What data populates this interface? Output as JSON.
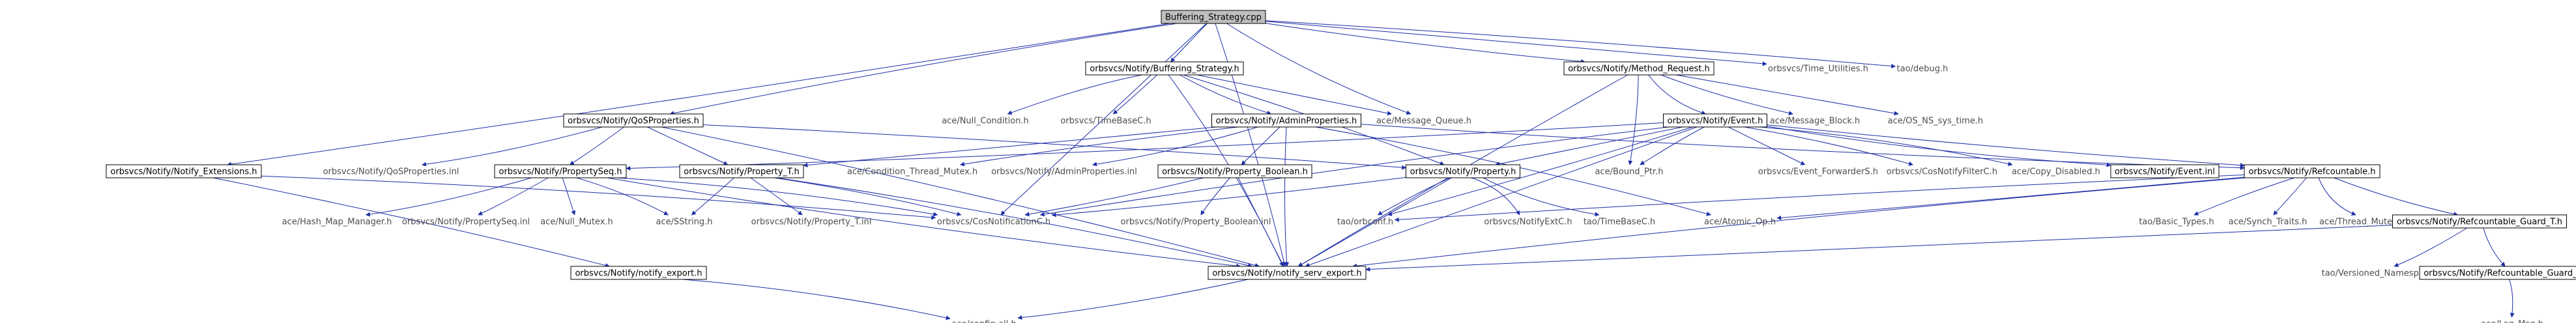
{
  "graph": {
    "root": "Buffering_Strategy.cpp",
    "nodes": {
      "buffering_strategy_cpp": "Buffering_Strategy.cpp",
      "buffering_strategy_h": "orbsvcs/Notify/Buffering_Strategy.h",
      "method_request_h": "orbsvcs/Notify/Method_Request.h",
      "time_utilities_h": "orbsvcs/Time_Utilities.h",
      "tao_debug_h": "tao/debug.h",
      "qosproperties_h": "orbsvcs/Notify/QoSProperties.h",
      "null_condition_h": "ace/Null_Condition.h",
      "timebasec_h": "orbsvcs/TimeBaseC.h",
      "adminproperties_h": "orbsvcs/Notify/AdminProperties.h",
      "message_queue_h": "ace/Message_Queue.h",
      "event_h": "orbsvcs/Notify/Event.h",
      "message_block_h": "ace/Message_Block.h",
      "os_ns_sys_time_h": "ace/OS_NS_sys_time.h",
      "notify_extensions_h": "orbsvcs/Notify/Notify_Extensions.h",
      "qosproperties_inl": "orbsvcs/Notify/QoSProperties.inl",
      "propertyseq_h": "orbsvcs/Notify/PropertySeq.h",
      "property_t_h": "orbsvcs/Notify/Property_T.h",
      "condition_thread_mutex_h": "ace/Condition_Thread_Mutex.h",
      "adminproperties_inl": "orbsvcs/Notify/AdminProperties.inl",
      "property_boolean_h": "orbsvcs/Notify/Property_Boolean.h",
      "property_h": "orbsvcs/Notify/Property.h",
      "bound_ptr_h": "ace/Bound_Ptr.h",
      "event_forwarders_h": "orbsvcs/Event_ForwarderS.h",
      "cosnotifyfilterc_h": "orbsvcs/CosNotifyFilterC.h",
      "copy_disabled_h": "ace/Copy_Disabled.h",
      "event_inl": "orbsvcs/Notify/Event.inl",
      "refcountable_h": "orbsvcs/Notify/Refcountable.h",
      "hash_map_manager_h": "ace/Hash_Map_Manager.h",
      "propertyseq_inl": "orbsvcs/Notify/PropertySeq.inl",
      "null_mutex_h": "ace/Null_Mutex.h",
      "sstring_h": "ace/SString.h",
      "property_t_inl": "orbsvcs/Notify/Property_T.inl",
      "cosnotificationc_h": "orbsvcs/CosNotificationC.h",
      "property_boolean_inl": "orbsvcs/Notify/Property_Boolean.inl",
      "tao_orbconf_h": "tao/orbconf.h",
      "notifyextc_h": "orbsvcs/NotifyExtC.h",
      "tao_timebasec_h": "tao/TimeBaseC.h",
      "atomic_op_h": "ace/Atomic_Op.h",
      "basic_types_h": "tao/Basic_Types.h",
      "synch_traits_h": "ace/Synch_Traits.h",
      "thread_mutex_h": "ace/Thread_Mutex.h",
      "refcountable_guard_t_h": "orbsvcs/Notify/Refcountable_Guard_T.h",
      "notify_export_h": "orbsvcs/Notify/notify_export.h",
      "notify_serv_export_h": "orbsvcs/Notify/notify_serv_export.h",
      "versioned_namespace_h": "tao/Versioned_Namespace.h",
      "refcountable_guard_t_inl": "orbsvcs/Notify/Refcountable_Guard_T.inl",
      "config_all_h": "ace/config-all.h",
      "log_msg_h": "ace/Log_Msg.h"
    },
    "colors": {
      "edge": "#1e2fa6",
      "root_fill": "#bfbfbf",
      "box_stroke": "#000000"
    }
  }
}
